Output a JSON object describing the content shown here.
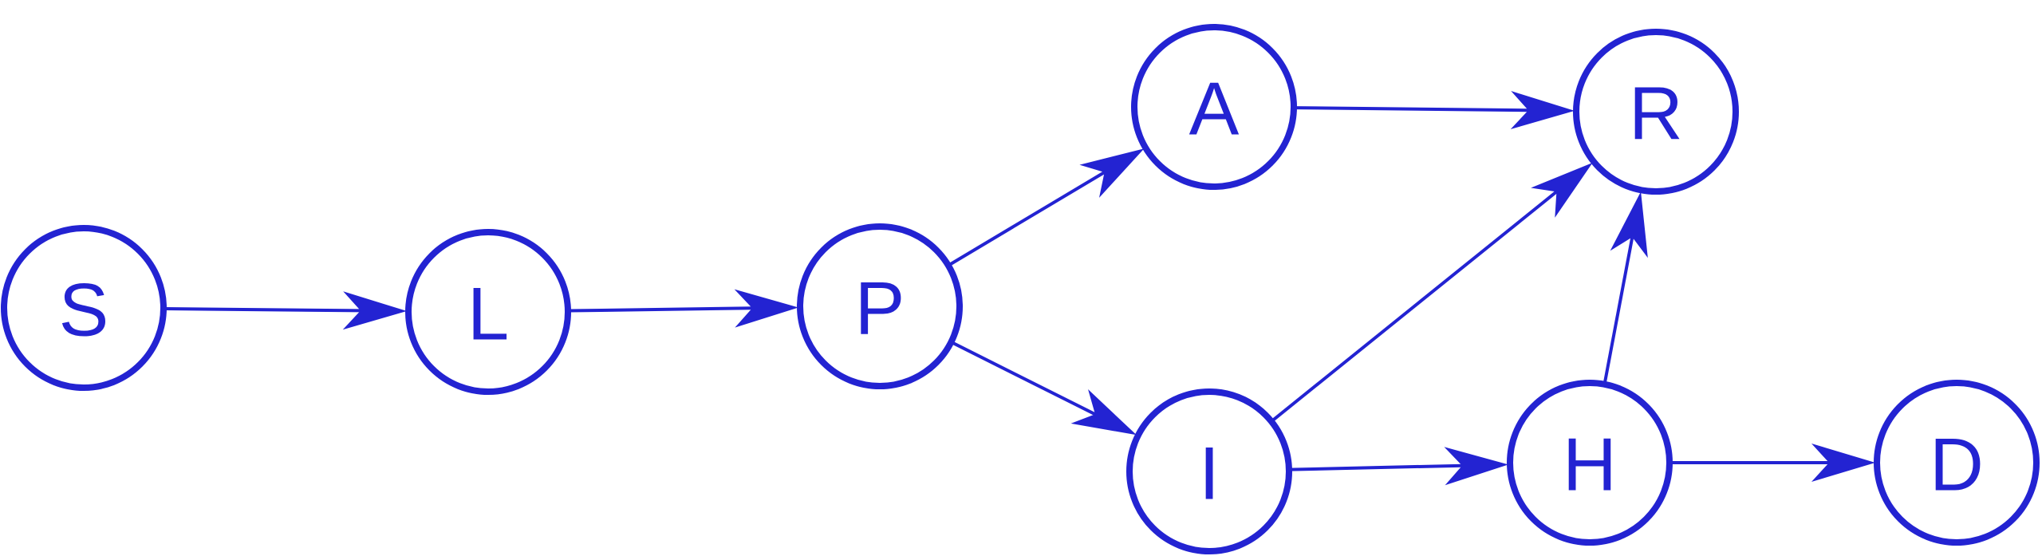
{
  "colors": {
    "accent": "#2323d2",
    "background": "#ffffff"
  },
  "nodes": [
    {
      "id": "S",
      "label": "S"
    },
    {
      "id": "L",
      "label": "L"
    },
    {
      "id": "P",
      "label": "P"
    },
    {
      "id": "A",
      "label": "A"
    },
    {
      "id": "I",
      "label": "I"
    },
    {
      "id": "R",
      "label": "R"
    },
    {
      "id": "H",
      "label": "H"
    },
    {
      "id": "D",
      "label": "D"
    }
  ],
  "edges": [
    {
      "from": "S",
      "to": "L"
    },
    {
      "from": "L",
      "to": "P"
    },
    {
      "from": "P",
      "to": "A"
    },
    {
      "from": "P",
      "to": "I"
    },
    {
      "from": "A",
      "to": "R"
    },
    {
      "from": "I",
      "to": "R"
    },
    {
      "from": "I",
      "to": "H"
    },
    {
      "from": "H",
      "to": "R"
    },
    {
      "from": "H",
      "to": "D"
    }
  ]
}
